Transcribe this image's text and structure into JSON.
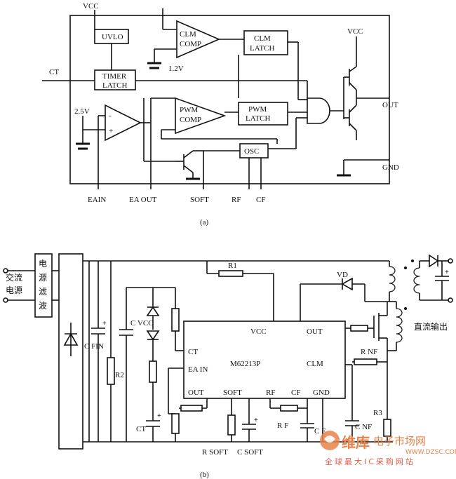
{
  "diagram_a": {
    "blocks": {
      "uvlo": "UVLO",
      "timer_l1": "TIMER",
      "timer_l2": "LATCH",
      "clm_comp_l1": "CLM",
      "clm_comp_l2": "COMP",
      "clm_latch_l1": "CLM",
      "clm_latch_l2": "LATCH",
      "pwm_comp_l1": "PWM",
      "pwm_comp_l2": "COMP",
      "pwm_latch_l1": "PWM",
      "pwm_latch_l2": "LATCH",
      "osc": "OSC"
    },
    "labels": {
      "vcc_top": "VCC",
      "vcc_right": "VCC",
      "ct": "CT",
      "ref_12": "1.2V",
      "ref_25": "2.5V",
      "out": "OUT",
      "gnd": "GND",
      "plus": "+",
      "minus": "-"
    },
    "pins": [
      "EAIN",
      "EA OUT",
      "SOFT",
      "RF",
      "CF"
    ],
    "caption": "(a)"
  },
  "diagram_b": {
    "left": {
      "ac_l1": "交流",
      "ac_l2": "电源",
      "filter": [
        "电",
        "源",
        "滤",
        "波"
      ]
    },
    "chip": {
      "name": "M62213P",
      "vcc": "VCC",
      "out": "OUT",
      "ct": "CT",
      "ea_in": "EA IN",
      "clm": "CLM",
      "out_bottom": "OUT",
      "soft": "SOFT",
      "rf": "RF",
      "cf": "CF",
      "gnd": "GND"
    },
    "components": {
      "r1": "R1",
      "vd": "VD",
      "cfin": "C FIN",
      "cvcc": "C VCC",
      "r2": "R2",
      "ct": "CT",
      "rnf": "R NF",
      "r3": "R3",
      "rf": "R F",
      "cf": "C F",
      "cnf": "C NF",
      "rsoft": "R SOFT",
      "csoft": "C SOFT"
    },
    "output_label": "直流输出",
    "caption": "(b)"
  },
  "watermark": {
    "brand": "维库",
    "tagline": "电子市场网",
    "url": "WWW.DZSC.COM",
    "slogan": "全球最大IC采购网站"
  }
}
